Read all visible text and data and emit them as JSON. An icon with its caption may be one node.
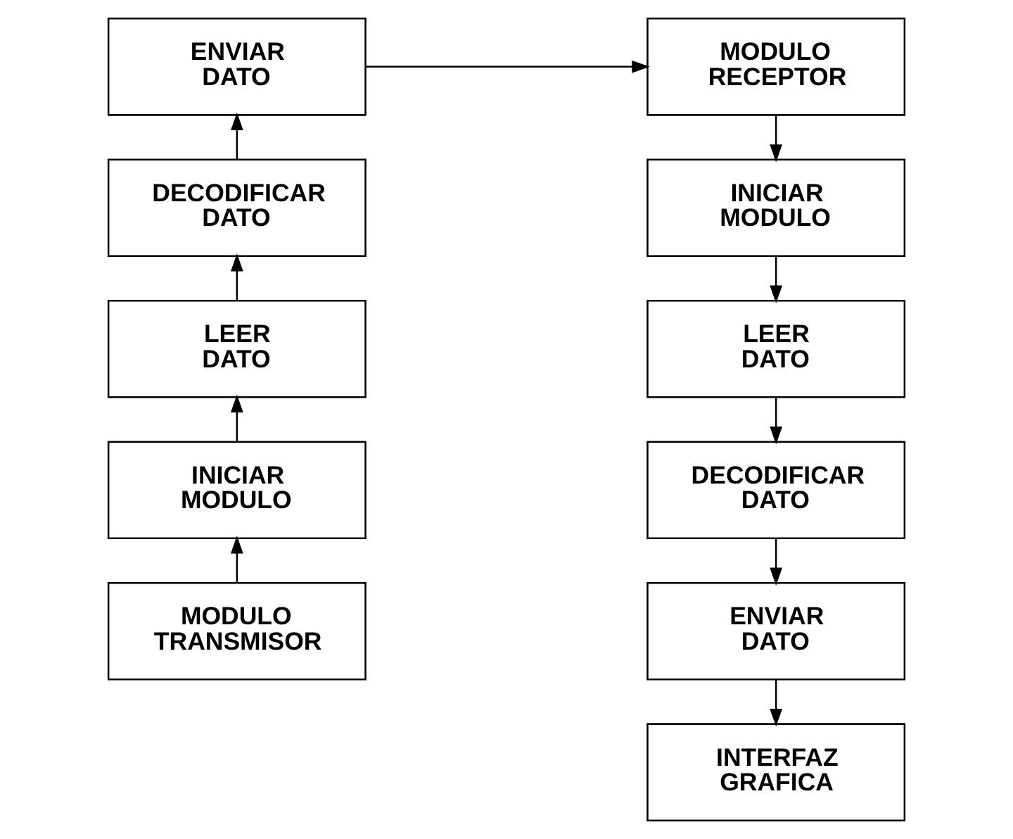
{
  "diagram": {
    "nodes": [
      {
        "text": [
          "ENVIAR DATO"
        ]
      },
      {
        "text": [
          "DECODIFICAR DATO"
        ]
      },
      {
        "text": [
          "LEER DATO"
        ]
      },
      {
        "text": [
          "INICIAR MODULO"
        ]
      },
      {
        "text": [
          "MODULO TRANSMISOR"
        ]
      },
      {
        "text": [
          "MODULO RECEPTOR"
        ]
      },
      {
        "text": [
          "INICIAR MODULO"
        ]
      },
      {
        "text": [
          "LEER DATO"
        ]
      },
      {
        "text": [
          "DECODIFICAR DATO"
        ]
      },
      {
        "text": [
          "ENVIAR DATO"
        ]
      },
      {
        "text": [
          "INTERFAZ GRAFICA"
        ]
      }
    ],
    "edges": [
      {
        "from": 4,
        "to": 3,
        "arrow": "to"
      },
      {
        "from": 3,
        "to": 2,
        "arrow": "to"
      },
      {
        "from": 2,
        "to": 1,
        "arrow": "to"
      },
      {
        "from": 1,
        "to": 0,
        "arrow": "to"
      },
      {
        "from": 0,
        "to": 5,
        "arrow": "to"
      },
      {
        "from": 5,
        "to": 6,
        "arrow": "to"
      },
      {
        "from": 6,
        "to": 7,
        "arrow": "to"
      },
      {
        "from": 7,
        "to": 8,
        "arrow": "to"
      },
      {
        "from": 8,
        "to": 9,
        "arrow": "to"
      },
      {
        "from": 9,
        "to": 10,
        "arrow": "to"
      }
    ]
  }
}
